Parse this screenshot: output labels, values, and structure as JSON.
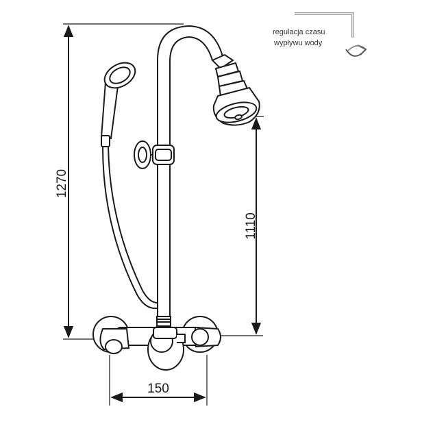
{
  "annotation": {
    "line1": "regulacja czasu",
    "line2": "wypływu wody",
    "icon": "rotate-arrow-icon"
  },
  "dimensions": {
    "total_height": "1270",
    "head_height": "1110",
    "spacing": "150"
  },
  "colors": {
    "stroke": "#1a1a1a",
    "annotation_line": "#888888"
  }
}
